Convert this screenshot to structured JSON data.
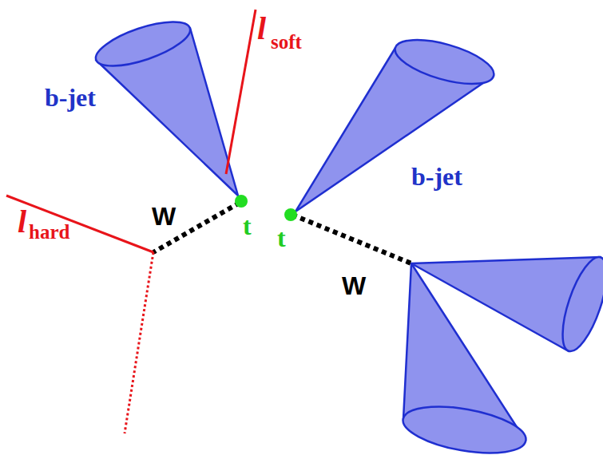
{
  "diagram": {
    "labels": [
      "l",
      "soft",
      "b-jet",
      "W",
      "t",
      "t",
      "b-jet",
      "l",
      "hard",
      "W"
    ]
  }
}
